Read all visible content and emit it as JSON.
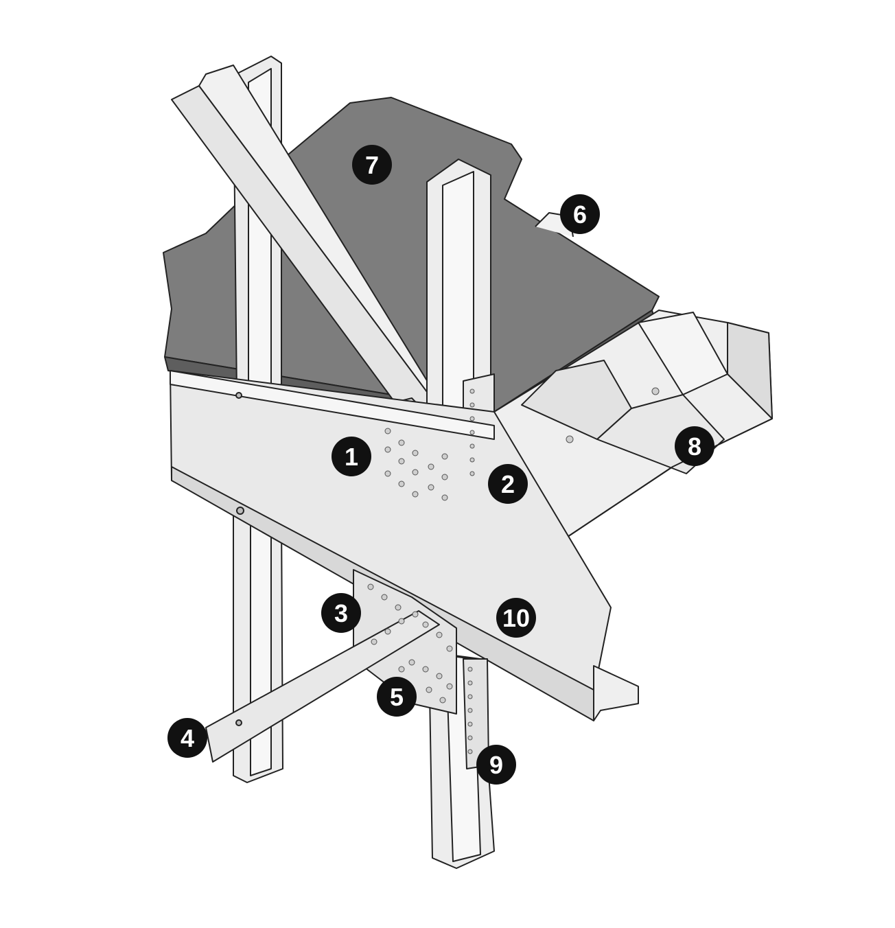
{
  "diagram": {
    "colors": {
      "slab": "#7d7d7d",
      "slab_dark": "#5e5e5e",
      "steel": "#e6e6e6",
      "steel_light": "#f4f4f4",
      "steel_shade": "#cfcfcf",
      "outline": "#222222",
      "callout": "#111111",
      "callout_text": "#ffffff"
    },
    "callouts": [
      {
        "id": "1",
        "label": "1"
      },
      {
        "id": "2",
        "label": "2"
      },
      {
        "id": "3",
        "label": "3"
      },
      {
        "id": "4",
        "label": "4"
      },
      {
        "id": "5",
        "label": "5"
      },
      {
        "id": "6",
        "label": "6"
      },
      {
        "id": "7",
        "label": "7"
      },
      {
        "id": "8",
        "label": "8"
      },
      {
        "id": "9",
        "label": "9"
      },
      {
        "id": "10",
        "label": "10"
      }
    ]
  }
}
